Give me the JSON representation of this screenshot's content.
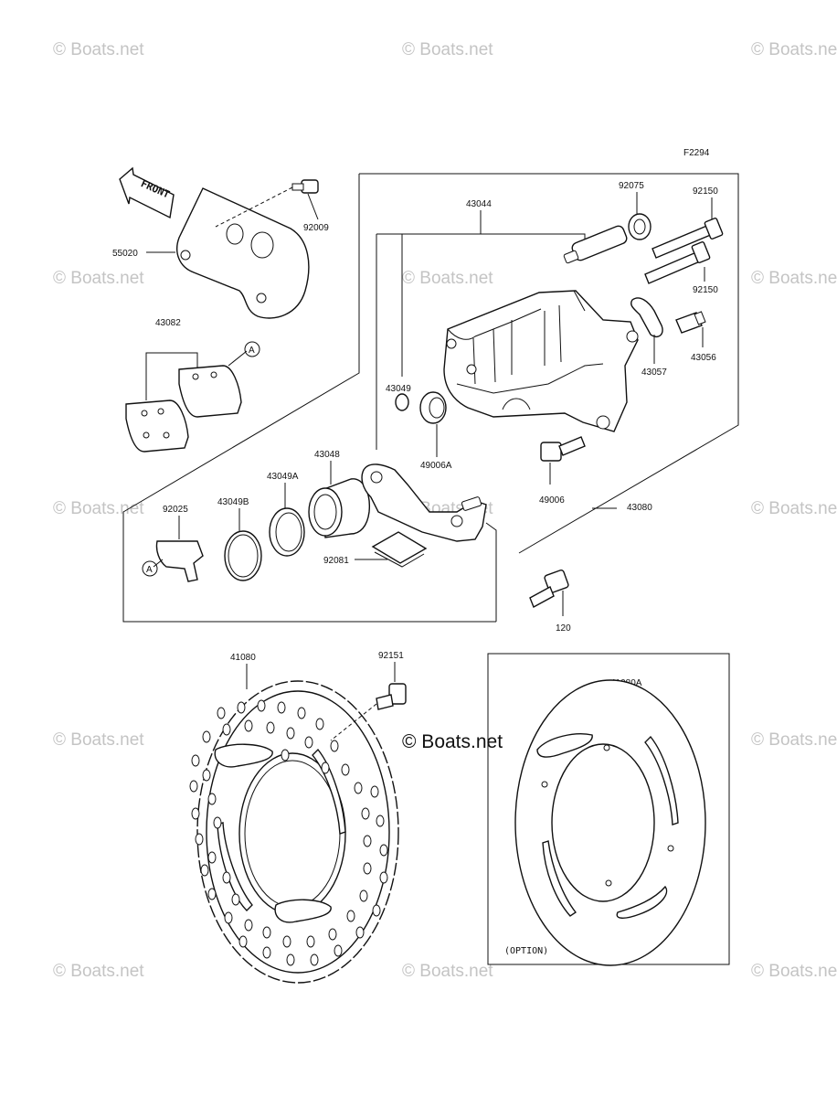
{
  "figure_code": "F2294",
  "front_label": "FRONT",
  "option_label": "(OPTION)",
  "watermark": "© Boats.net",
  "center_watermark": "© Boats.net",
  "callout_letter": "A",
  "parts": {
    "p92009": "92009",
    "p55020": "55020",
    "p43082": "43082",
    "p43044": "43044",
    "p92075": "92075",
    "p92150_top": "92150",
    "p92150_bottom": "92150",
    "p43056": "43056",
    "p43057": "43057",
    "p43049": "43049",
    "p49006A": "49006A",
    "p49006": "49006",
    "p43048": "43048",
    "p43049A": "43049A",
    "p43049B": "43049B",
    "p92025": "92025",
    "p92081": "92081",
    "p43080": "43080",
    "p120": "120",
    "p41080": "41080",
    "p92151": "92151",
    "p41080A": "41080A"
  }
}
